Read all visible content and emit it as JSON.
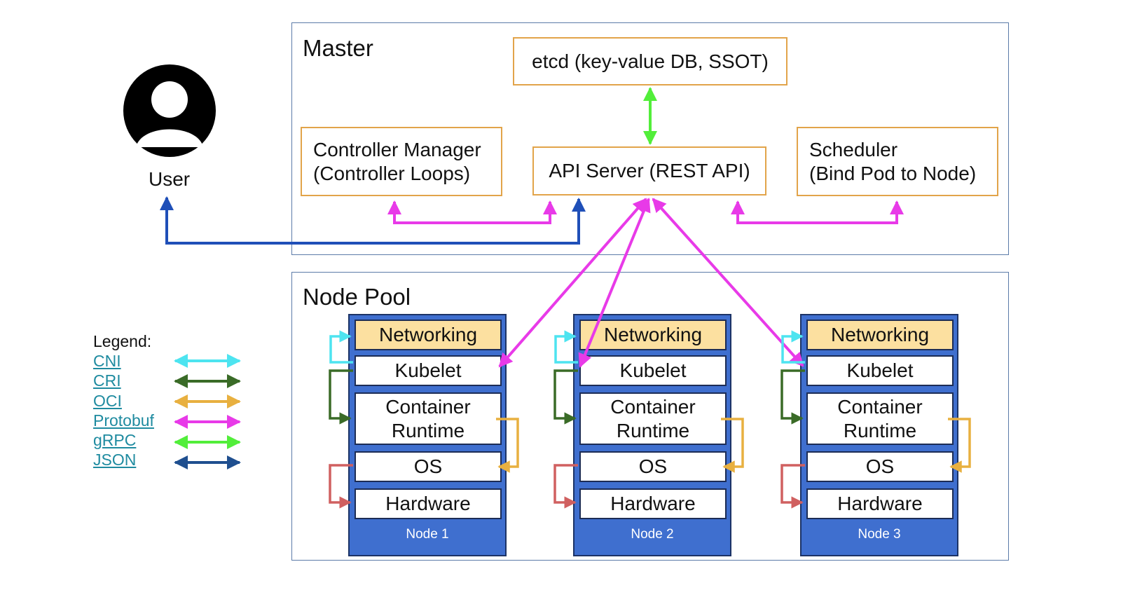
{
  "master": {
    "title": "Master",
    "etcd": "etcd (key-value DB, SSOT)",
    "controller_manager": [
      "Controller Manager",
      "(Controller Loops)"
    ],
    "api_server": "API Server (REST API)",
    "scheduler": [
      "Scheduler",
      "(Bind Pod to Node)"
    ]
  },
  "user": {
    "label": "User"
  },
  "node_pool": {
    "title": "Node Pool",
    "nodes": [
      {
        "label": "Node 1",
        "layers": [
          "Networking",
          "Kubelet",
          "Container\nRuntime",
          "OS",
          "Hardware"
        ]
      },
      {
        "label": "Node 2",
        "layers": [
          "Networking",
          "Kubelet",
          "Container\nRuntime",
          "OS",
          "Hardware"
        ]
      },
      {
        "label": "Node 3",
        "layers": [
          "Networking",
          "Kubelet",
          "Container\nRuntime",
          "OS",
          "Hardware"
        ]
      }
    ]
  },
  "legend": {
    "title": "Legend:",
    "items": [
      {
        "label": "CNI",
        "color": "#4de4f0"
      },
      {
        "label": "CRI",
        "color": "#3a6b27"
      },
      {
        "label": "OCI",
        "color": "#e8b040"
      },
      {
        "label": "Protobuf",
        "color": "#e83ae8"
      },
      {
        "label": "gRPC",
        "color": "#52ee3a"
      },
      {
        "label": "JSON",
        "color": "#1f4f8f"
      }
    ]
  },
  "colors": {
    "cluster_border": "#5b7ba8",
    "component_border": "#e2a44a",
    "node_fill": "#3f6fcf",
    "networking_fill": "#fce0a0",
    "user_json_arrow": "#1f4fb8",
    "hardware_os_arrow": "#d06060"
  },
  "icons": {
    "user": "user-avatar-icon"
  }
}
